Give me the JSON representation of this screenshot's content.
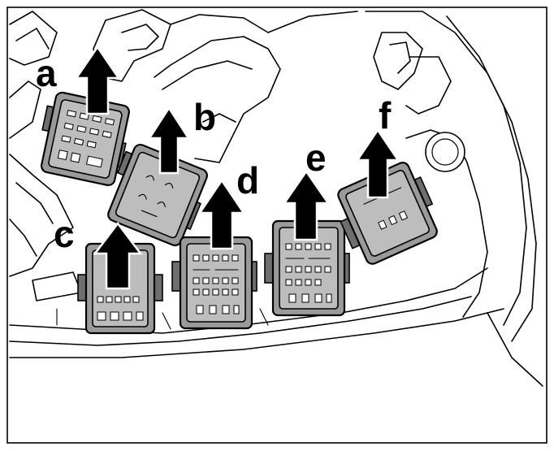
{
  "figure": {
    "frame_color": "#000000",
    "connector_fill": "#9a9a9a",
    "connector_face": "#bdbdbd",
    "arrow_color": "#000000",
    "callouts": {
      "a": "a",
      "b": "b",
      "c": "c",
      "d": "d",
      "e": "e",
      "f": "f"
    }
  }
}
